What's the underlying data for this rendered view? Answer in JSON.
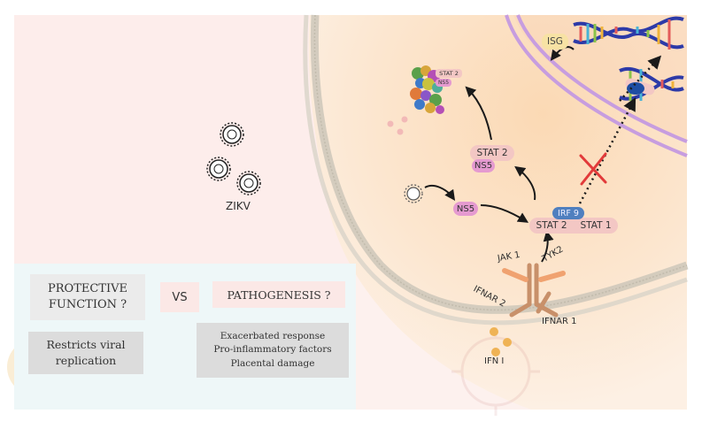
{
  "virus": {
    "label": "ZIKV"
  },
  "receptors": {
    "ifnar2": "IFNAR 2",
    "ifnar1": "IFNAR 1",
    "ligand": "IFN I"
  },
  "kinases": {
    "jak1": "JAK 1",
    "tyk2": "TYK2"
  },
  "complex": {
    "irf9": "IRF 9",
    "stat2": "STAT 2",
    "stat1": "STAT 1"
  },
  "ns5": {
    "free": "NS5"
  },
  "stat2_ns5": {
    "stat2": "STAT 2",
    "ns5": "NS5"
  },
  "proteasome": {
    "stat2": "STAT 2",
    "ns5": "NS5"
  },
  "nucleus": {
    "isg": "ISG"
  },
  "comparison": {
    "protective": "PROTECTIVE\nFUNCTION ?",
    "vs": "VS",
    "pathogenesis": "PATHOGENESIS ?",
    "restricts": "Restricts viral\nreplication",
    "effects": [
      "Exacerbated response",
      "Pro-inflammatory factors",
      "Placental damage"
    ]
  },
  "colors": {
    "stat": "#f3c7c4",
    "ns5": "#e59ad0",
    "irf9": "#4f7fbf",
    "receptor": "#c8906a",
    "kinase": "#f0a270",
    "ifn": "#efb355",
    "block": "#e23a3a",
    "nuclear_membrane": "#cfa8e3",
    "box_gray": "#dcdcdc"
  }
}
